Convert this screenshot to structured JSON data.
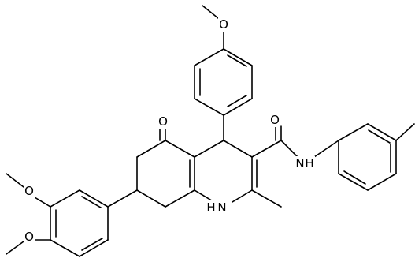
{
  "diagram": {
    "type": "chemical-structure",
    "atom_labels": {
      "methoxy_o_top": "O",
      "ketone_o": "O",
      "amide_o": "O",
      "amide_nh": "N",
      "amide_h": "H",
      "ring_nh_n": "N",
      "ring_nh_h": "H",
      "methoxy_o_1": "O",
      "methoxy_o_2": "O"
    }
  }
}
